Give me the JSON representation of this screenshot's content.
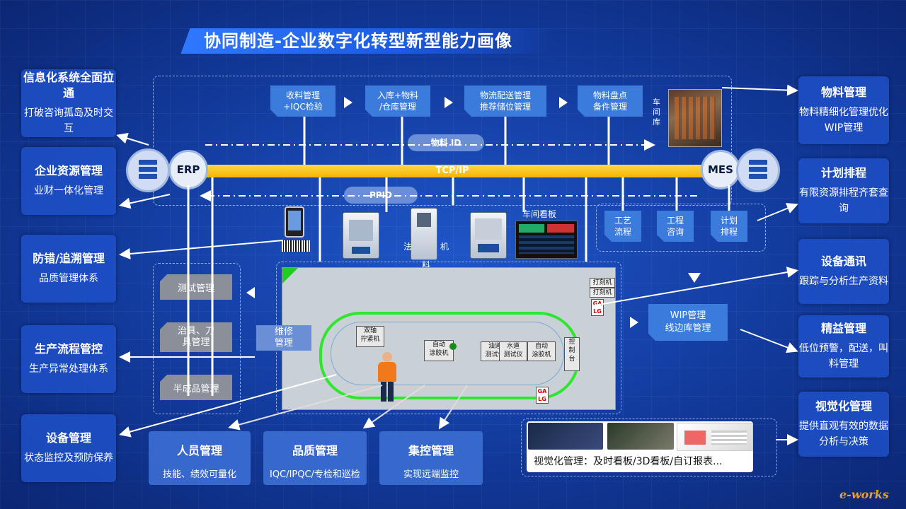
{
  "title": "协同制造-企业数字化转型新型能力画像",
  "left_boxes": [
    {
      "h": "信息化系统全面拉通",
      "s": "打破咨询孤岛及时交互"
    },
    {
      "h": "企业资源管理",
      "s": "业财一体化管理"
    },
    {
      "h": "防错/追溯管理",
      "s": "品质管理体系"
    },
    {
      "h": "生产流程管控",
      "s": "生产异常处理体系"
    },
    {
      "h": "设备管理",
      "s": "状态监控及预防保养"
    }
  ],
  "right_boxes": [
    {
      "h": "物料管理",
      "s": "物料精细化管理优化WIP管理"
    },
    {
      "h": "计划排程",
      "s": "有限资源排程齐套查询"
    },
    {
      "h": "设备通讯",
      "s": "跟踪与分析生产资料"
    },
    {
      "h": "精益管理",
      "s": "低位预警，配送，叫料管理"
    },
    {
      "h": "视觉化管理",
      "s": "提供直观有效的数据分析与决策"
    }
  ],
  "bottom_boxes": [
    {
      "h": "人员管理",
      "s": "技能、绩效可量化"
    },
    {
      "h": "品质管理",
      "s": "IQC/IPQC/专检和巡检"
    },
    {
      "h": "集控管理",
      "s": "实现远端监控"
    }
  ],
  "process_steps": [
    "收料管理\n+IQC检验",
    "入库+物料\n/仓库管理",
    "物流配送管理\n推荐储位管理",
    "物料盘点\n备件管理"
  ],
  "warehouse_label": "车\n间\n库",
  "material_id": "物料 ID",
  "ppid": "PPID",
  "tcpip": "TCP/IP",
  "erp": "ERP",
  "mes": "MES",
  "mes_modules": [
    "工艺\n流程",
    "工程\n咨询",
    "计划\n排程"
  ],
  "kanban_label": "车间看板",
  "machine_labels": {
    "a": "法",
    "b": "机",
    "c": "料"
  },
  "left_stack": [
    "测试管理",
    "治具、刀\n具管理",
    "半成品管理"
  ],
  "repair": "维修\n管理",
  "wip": "WIP管理\n线边库管理",
  "vis_caption": "视觉化管理：及时看板/3D看板/自订报表...",
  "shop_stations": [
    "双轴\n拧紧机",
    "自动\n涂胶机",
    "油道\n测试仪",
    "水道\n测试仪",
    "自动\n涂胶机",
    "控\n制\n台"
  ],
  "shop_top_tags": [
    "打刻机",
    "打刻机"
  ],
  "ga": "GA\nLG",
  "watermark": "e-works"
}
